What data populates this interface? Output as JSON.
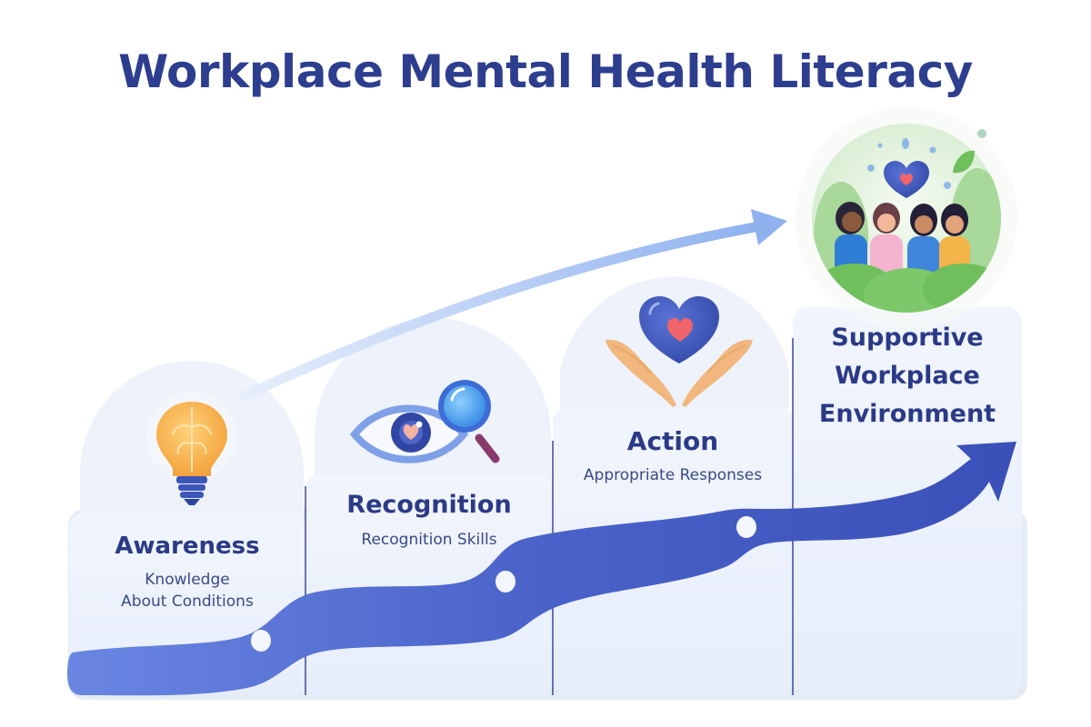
{
  "title": "Workplace Mental Health Literacy",
  "steps": [
    {
      "label": "Awareness",
      "sub_line1": "Knowledge",
      "sub_line2": "About Conditions",
      "icon": "lightbulb-brain-icon"
    },
    {
      "label": "Recognition",
      "sub_line1": "Recognition Skills",
      "icon": "eye-magnifier-icon"
    },
    {
      "label": "Action",
      "sub_line1": "Appropriate Responses",
      "icon": "hands-heart-icon"
    },
    {
      "label_line1": "Supportive",
      "label_line2": "Workplace",
      "label_line3": "Environment",
      "icon": "people-community-icon"
    }
  ],
  "colors": {
    "title": "#2d3e8f",
    "ribbon": "#4a62c9",
    "ribbon_light": "#6b86e0",
    "upper_arrow": "#9fbef0",
    "panel_bg": "#eaf1fc",
    "divider": "#2d3e8f",
    "bulb": "#f5b04a",
    "heart": "#3f58b8",
    "small_heart": "#f0646a",
    "skin": "#f1b77e",
    "leaf": "#7cc36a"
  }
}
